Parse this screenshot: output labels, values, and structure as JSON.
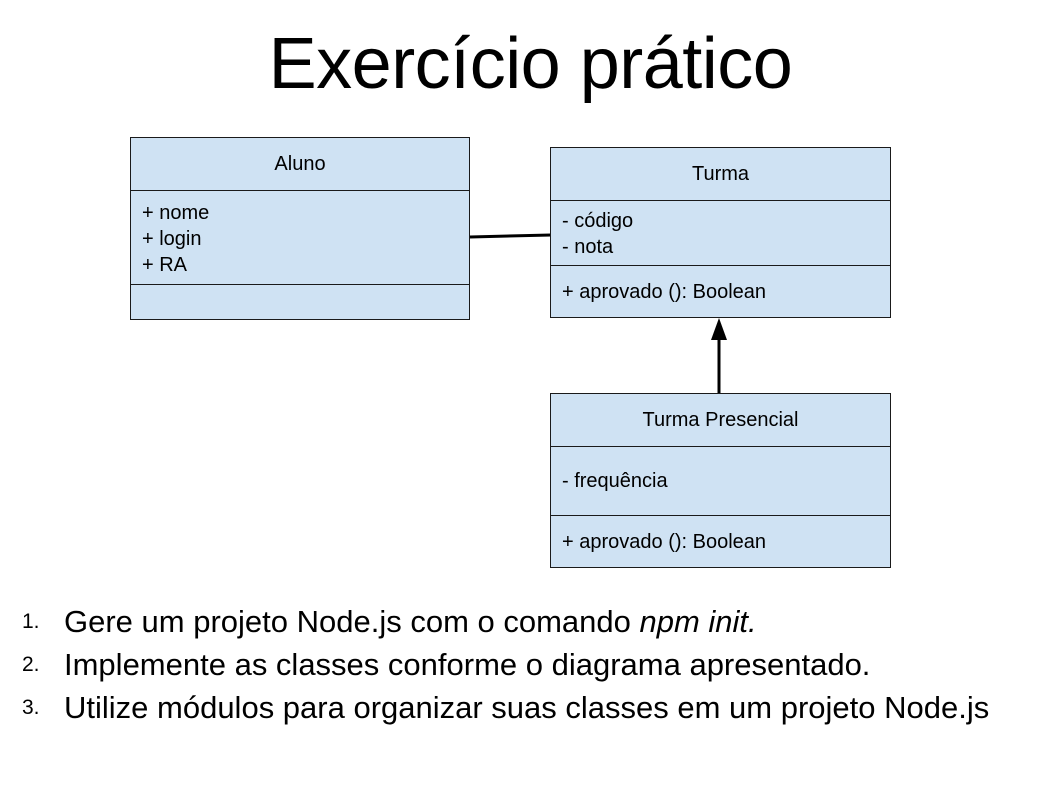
{
  "title": "Exercício prático",
  "classes": {
    "aluno": {
      "name": "Aluno",
      "attributes": [
        "+ nome",
        "+ login",
        "+ RA"
      ],
      "methods": []
    },
    "turma": {
      "name": "Turma",
      "attributes": [
        "- código",
        "- nota"
      ],
      "methods": [
        "+ aprovado (): Boolean"
      ]
    },
    "turma_presencial": {
      "name": "Turma Presencial",
      "attributes": [
        "- frequência"
      ],
      "methods": [
        "+ aprovado (): Boolean"
      ]
    }
  },
  "relations": [
    {
      "type": "association",
      "from": "Aluno",
      "to": "Turma"
    },
    {
      "type": "inheritance",
      "from": "Turma Presencial",
      "to": "Turma"
    }
  ],
  "colors": {
    "class_fill": "#cfe2f3",
    "class_border": "#1a1a1a"
  },
  "tasks": [
    {
      "number": "1.",
      "text": "Gere um projeto Node.js com o comando ",
      "emphasis": "npm init."
    },
    {
      "number": "2.",
      "text": "Implemente as classes conforme o diagrama apresentado.",
      "emphasis": ""
    },
    {
      "number": "3.",
      "text": "Utilize módulos para organizar suas classes em um projeto Node.js",
      "emphasis": ""
    }
  ]
}
